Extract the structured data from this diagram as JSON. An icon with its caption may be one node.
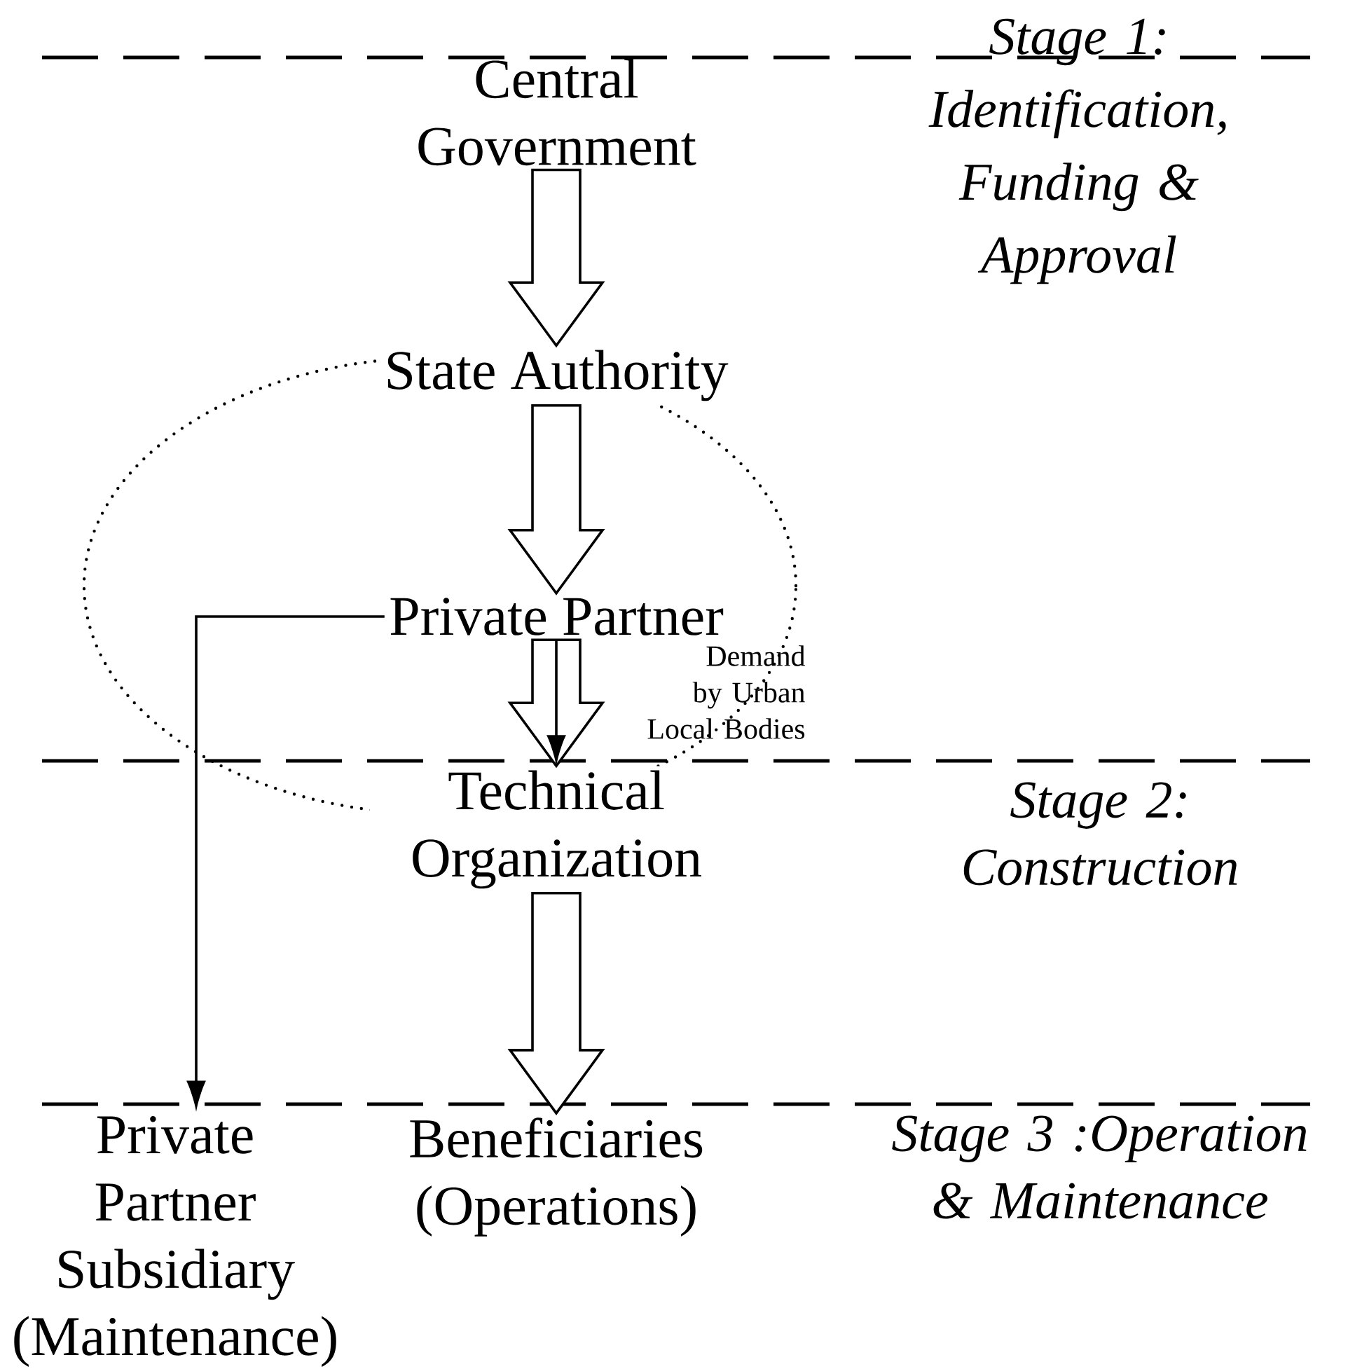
{
  "diagram": {
    "nodes": [
      {
        "text": [
          "Central Government"
        ]
      },
      {
        "text": [
          "State Authority"
        ]
      },
      {
        "text": [
          "Private Partner"
        ]
      },
      {
        "text": [
          "Technical Organization"
        ]
      },
      {
        "text": [
          "Private Partner Subsidiary (Maintenance)"
        ]
      },
      {
        "text": [
          "Beneficiaries (Operations)"
        ]
      }
    ],
    "edges": [
      {
        "from": 0,
        "to": 1,
        "arrow": "to",
        "style": "thick"
      },
      {
        "from": 1,
        "to": 2,
        "arrow": "to",
        "style": "thick"
      },
      {
        "from": 2,
        "to": 3,
        "arrow": "to",
        "style": "thick"
      },
      {
        "from": 2,
        "to": 3,
        "arrow": "to"
      },
      {
        "from": 3,
        "to": 5,
        "arrow": "to",
        "style": "thick"
      },
      {
        "from": 2,
        "to": 4,
        "arrow": "to"
      }
    ],
    "labels": [
      "Stage 1: Identification, Funding & Approval",
      "Demand by Urban Local Bodies",
      "Stage 2: Construction",
      "Stage 3 :Operation & Maintenance"
    ]
  }
}
